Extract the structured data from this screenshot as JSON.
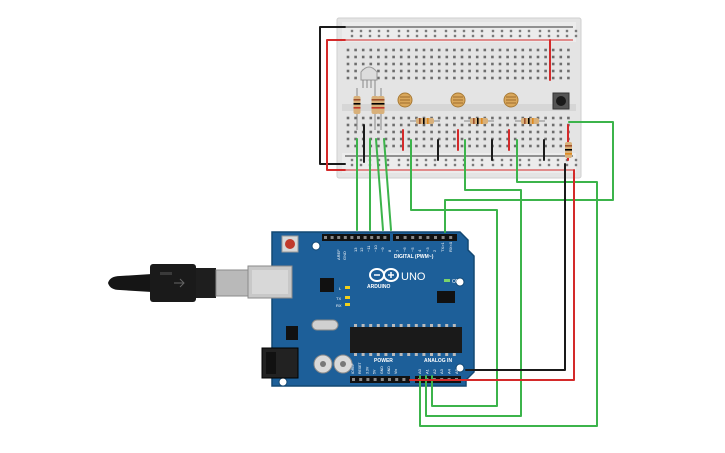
{
  "board": {
    "brand": "ARDUINO",
    "model": "UNO",
    "on_label": "ON",
    "digital_label": "DIGITAL (PWM~)",
    "power_label": "POWER",
    "analog_label": "ANALOG IN",
    "tx_label": "TX",
    "rx_label": "RX",
    "l_label": "L",
    "aref_label": "AREF",
    "gnd_label": "GND",
    "digital_pins": [
      "13",
      "12",
      "~11",
      "~10",
      "~9",
      "8",
      "7",
      "~6",
      "~5",
      "4",
      "~3",
      "2",
      "TX>1",
      "RX<0"
    ],
    "power_pins": [
      "IOREF",
      "RESET",
      "3.3V",
      "5V",
      "GND",
      "GND",
      "Vin"
    ],
    "analog_pins": [
      "A0",
      "A1",
      "A2",
      "A3",
      "A4",
      "A5"
    ]
  },
  "colors": {
    "board": "#1d5f99",
    "board_edge": "#134873",
    "breadboard": "#e6e6e6",
    "wire_green": "#3cb44b",
    "wire_red": "#d42a2a",
    "wire_black": "#1a1a1a",
    "button": "#333333",
    "photoresistor": "#d9a75b",
    "resistor_body": "#d8b07a"
  },
  "components": {
    "usb_cable": "usb-cable",
    "breadboard": "breadboard",
    "photoresistors": 3,
    "resistors": 6,
    "rgb_led": "rgb-led",
    "pushbutton": "pushbutton"
  }
}
